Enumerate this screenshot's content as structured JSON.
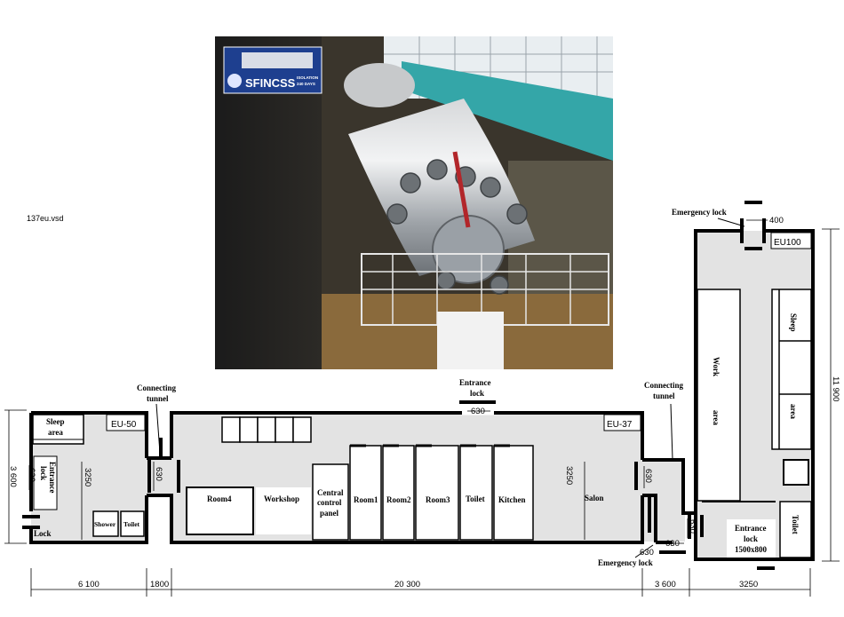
{
  "file_label": "137eu.vsd",
  "photo": {
    "banner_title": "SFINCSS",
    "banner_subtitle_1": "ISOLATION",
    "banner_subtitle_2": "240 DAYS"
  },
  "modules": {
    "eu50": "EU-50",
    "eu37": "EU-37",
    "eu100": "EU100"
  },
  "rooms": {
    "sleep_area_1": "Sleep",
    "sleep_area_2": "area",
    "entrance_lock_1": "Entrance",
    "entrance_lock_2": "lock",
    "lock": "Lock",
    "shower": "Shower",
    "toilet": "Toilet",
    "room4": "Room4",
    "workshop": "Workshop",
    "central_control_1": "Central",
    "central_control_2": "control",
    "central_control_3": "panel",
    "room1": "Room1",
    "room2": "Room2",
    "room3": "Room3",
    "toilet_eu37": "Toilet",
    "kitchen": "Kitchen",
    "salon": "Salon",
    "work_area_1": "Work",
    "work_area_2": "area",
    "sleep_eu100": "Sleep",
    "area_eu100": "area",
    "toilet_eu100": "Toilet",
    "entrance_lock_eu100_1": "Entrance",
    "entrance_lock_eu100_2": "lock",
    "entrance_lock_eu100_3": "1500x800"
  },
  "callouts": {
    "connecting_tunnel_left_1": "Connecting",
    "connecting_tunnel_left_2": "tunnel",
    "connecting_tunnel_right_1": "Connecting",
    "connecting_tunnel_right_2": "tunnel",
    "entrance_lock_top_1": "Entrance",
    "entrance_lock_top_2": "lock",
    "emergency_lock_top": "Emergency lock",
    "emergency_lock_bottom": "Emergency lock"
  },
  "dimensions": {
    "d630_eu50_lock": "630",
    "d3250_eu50": "3250",
    "d3600_left": "3 600",
    "d630_tunnel_left": "630",
    "d630_entrance_top": "630",
    "d3250_eu37": "3250",
    "d630_eu37_right": "630",
    "d630_tunnel_right": "630",
    "d630_emergency_bottom": "630",
    "d630_bottom_left": "630",
    "d400": "400",
    "d11900": "11 900",
    "w6100": "6 100",
    "w1800": "1800",
    "w20300": "20 300",
    "w3600": "3 600",
    "w3250": "3250"
  }
}
